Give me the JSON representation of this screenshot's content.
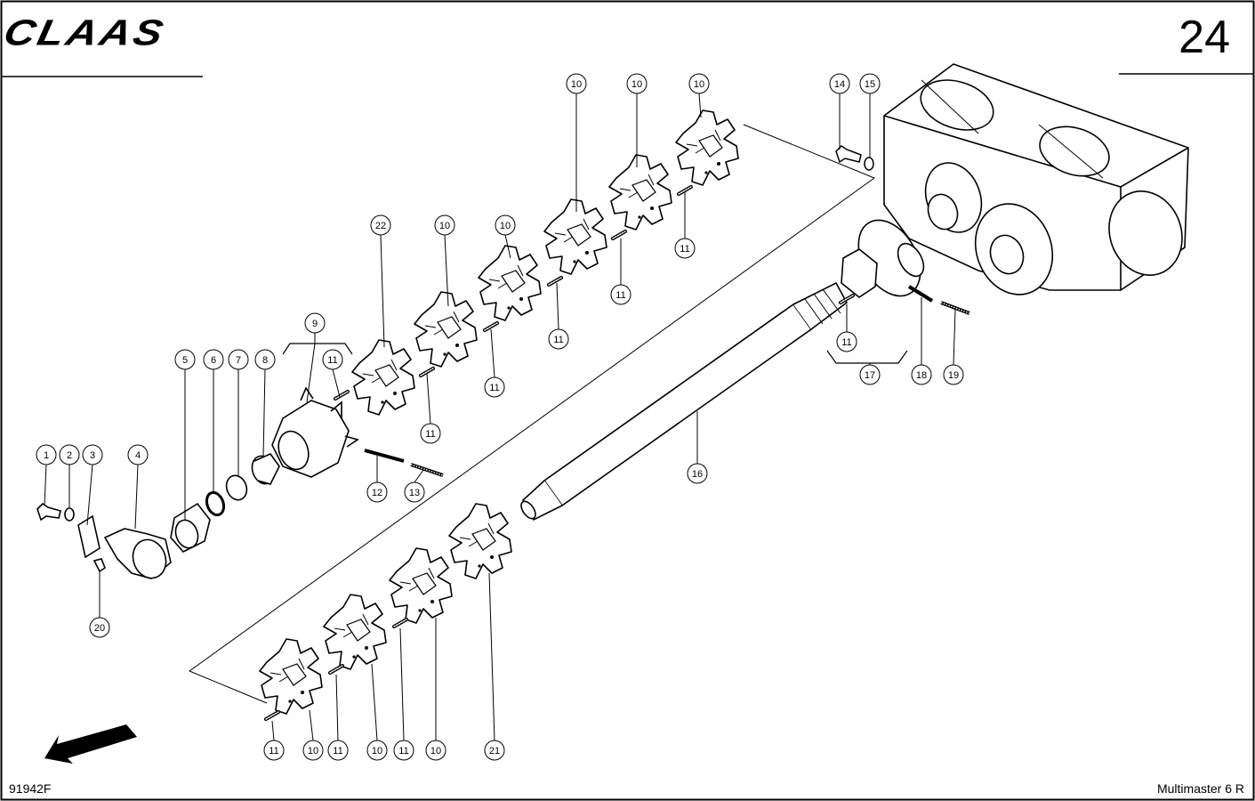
{
  "header": {
    "brand": "CLAAS",
    "page_number": "24"
  },
  "footer": {
    "document_id": "91942F",
    "model": "Multimaster 6 R"
  },
  "callouts": [
    {
      "n": "1"
    },
    {
      "n": "2"
    },
    {
      "n": "3"
    },
    {
      "n": "4"
    },
    {
      "n": "5"
    },
    {
      "n": "6"
    },
    {
      "n": "7"
    },
    {
      "n": "8"
    },
    {
      "n": "9"
    },
    {
      "n": "10"
    },
    {
      "n": "11"
    },
    {
      "n": "12"
    },
    {
      "n": "13"
    },
    {
      "n": "14"
    },
    {
      "n": "15"
    },
    {
      "n": "16"
    },
    {
      "n": "17"
    },
    {
      "n": "18"
    },
    {
      "n": "19"
    },
    {
      "n": "20"
    },
    {
      "n": "21"
    },
    {
      "n": "22"
    }
  ]
}
